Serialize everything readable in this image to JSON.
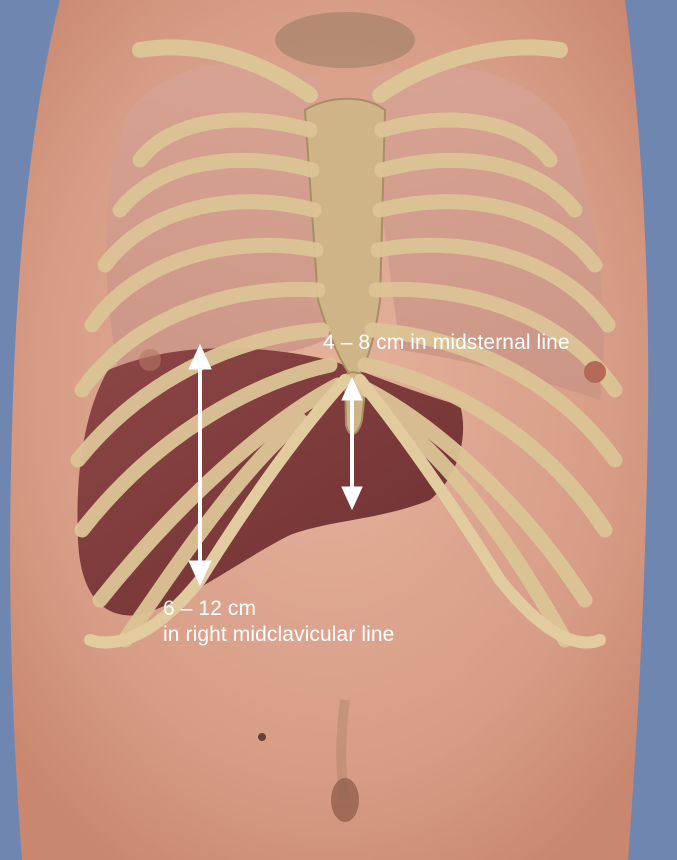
{
  "figure": {
    "midsternal_label": "4 – 8 cm in midsternal line",
    "midclavicular_label_line1": "6 – 12 cm",
    "midclavicular_label_line2": "in right midclavicular line"
  },
  "colors": {
    "background": "#6f86b0",
    "skin": "#d9a08a",
    "rib": "#dcc496",
    "liver": "#7e3a3a",
    "arrow": "#ffffff"
  }
}
